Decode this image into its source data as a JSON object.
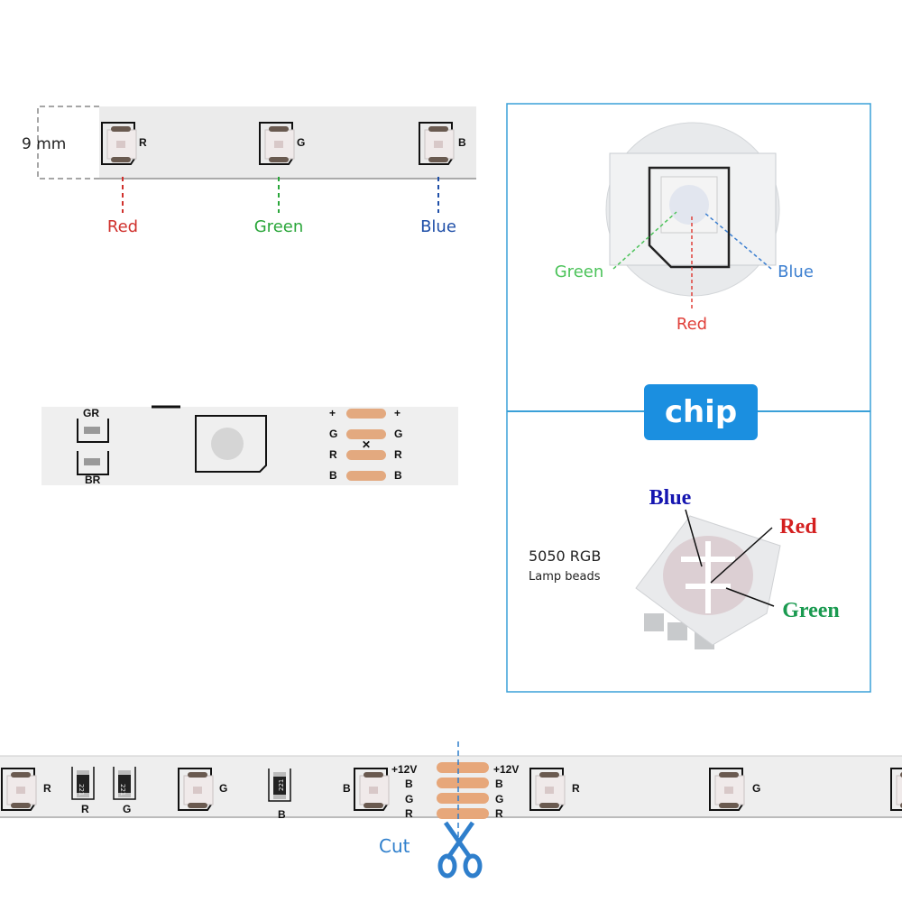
{
  "top_strip": {
    "width_label": "9 mm",
    "led_marks": [
      "R",
      "G",
      "B"
    ],
    "callouts": [
      {
        "text": "Red",
        "color": "#d0312d"
      },
      {
        "text": "Green",
        "color": "#2aa63a"
      },
      {
        "text": "Blue",
        "color": "#1f4fa8"
      }
    ]
  },
  "middle_strip": {
    "resistor_marks": [
      "GR",
      "BR"
    ],
    "pad_labels": [
      "+",
      "G",
      "R",
      "B"
    ]
  },
  "chip_panel": {
    "border_color": "#3aa0d8",
    "badge": {
      "text": "chip",
      "color": "#1b8fe0"
    },
    "closeup_callouts": [
      {
        "text": "Green",
        "color": "#4cc35a"
      },
      {
        "text": "Blue",
        "color": "#3c7fd0"
      },
      {
        "text": "Red",
        "color": "#e0403a"
      }
    ],
    "bead_title": "5050 RGB",
    "bead_subtitle": "Lamp beads",
    "bead_callouts": [
      {
        "text": "Blue",
        "color": "#1515b0"
      },
      {
        "text": "Red",
        "color": "#d42020"
      },
      {
        "text": "Green",
        "color": "#1a9a50"
      }
    ]
  },
  "bottom_strip": {
    "led_marks": [
      "R",
      "G",
      "B",
      "R",
      "G"
    ],
    "resistor_marks": [
      "R",
      "G",
      "B"
    ],
    "resistor_code": "221",
    "pad_labels": [
      "+12V",
      "B",
      "G",
      "R"
    ],
    "cut_label": "Cut",
    "cut_color": "#2f7fcc",
    "pad_color": "#e7a77a"
  }
}
